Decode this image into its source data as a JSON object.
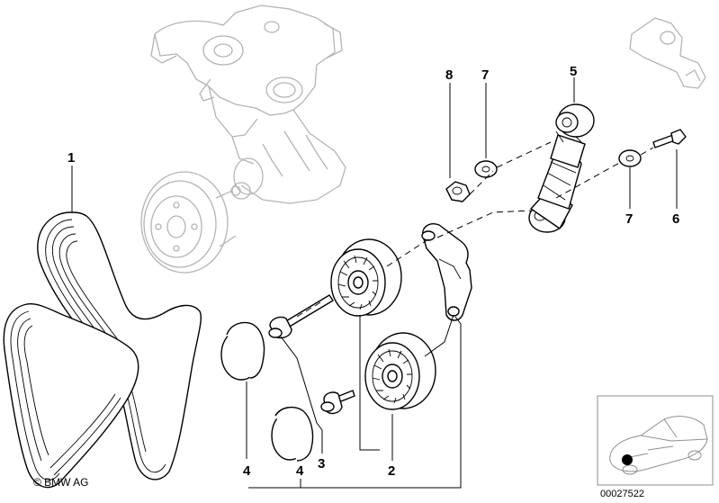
{
  "callouts": {
    "c1": "1",
    "c2": "2",
    "c3": "3",
    "c4a": "4",
    "c4b": "4",
    "c5": "5",
    "c6": "6",
    "c7a": "7",
    "c7b": "7",
    "c8": "8"
  },
  "copyright": "© BMW AG",
  "doc_number": "00027522",
  "colors": {
    "line": "#000000",
    "ghost_outline": "#b4b4b4",
    "inset_border": "#8c8c8c",
    "marker": "#000000"
  }
}
